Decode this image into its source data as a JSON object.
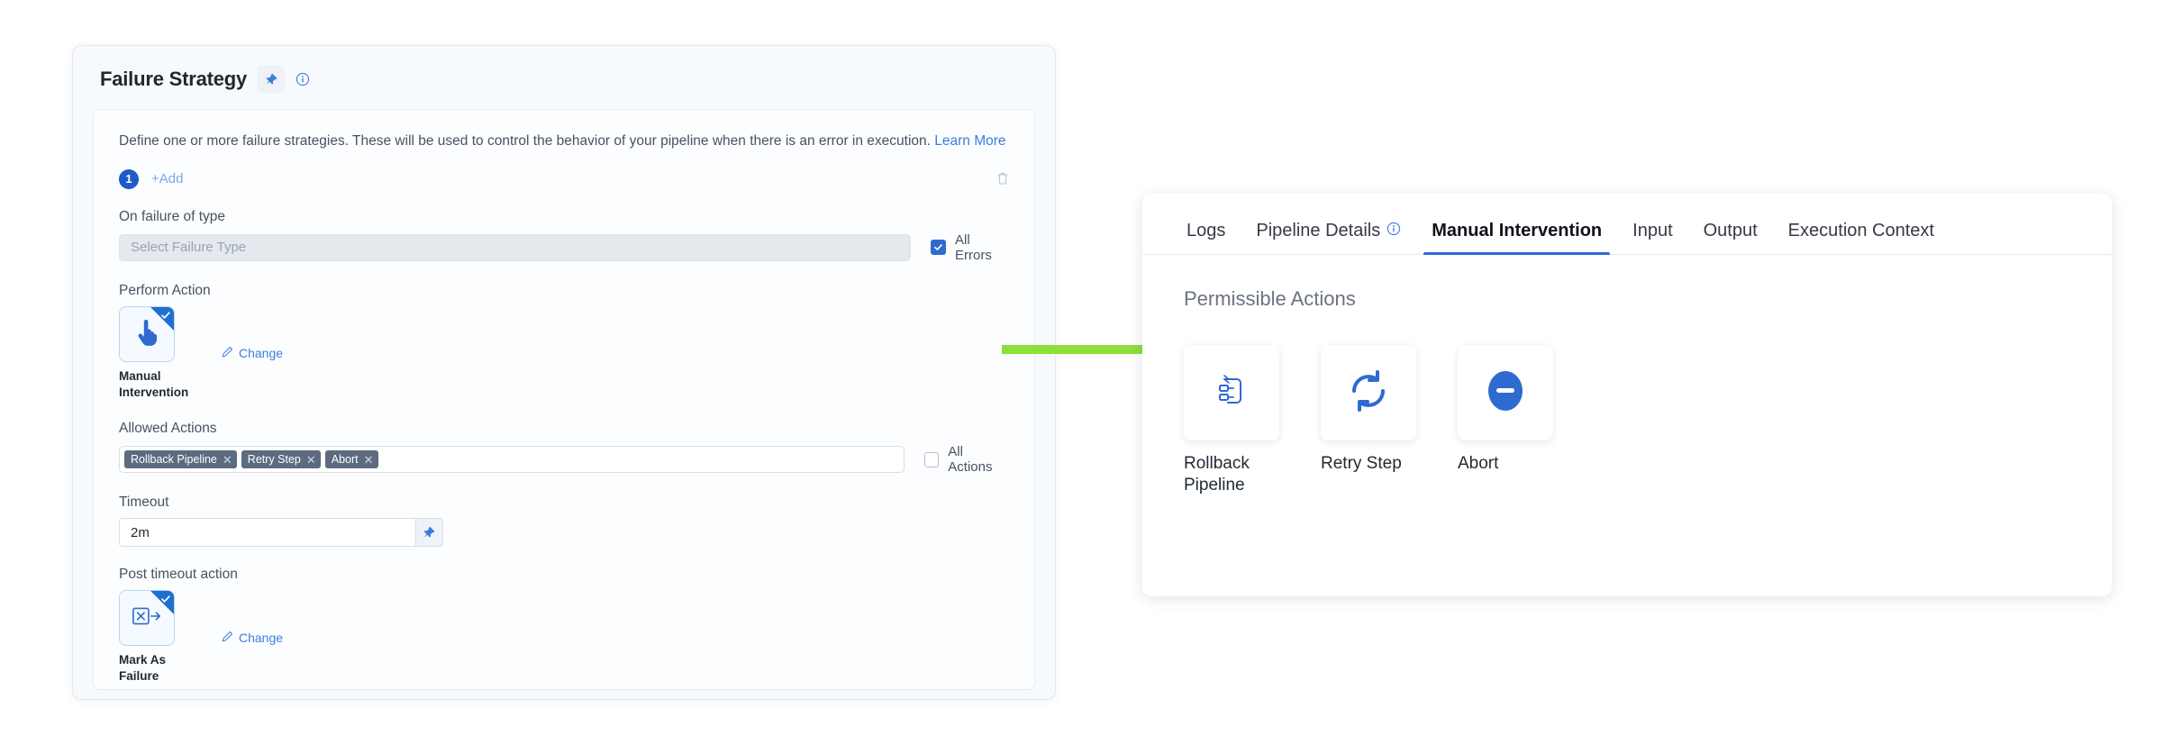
{
  "left_panel": {
    "title": "Failure Strategy",
    "pin_icon": "pin-icon",
    "info_icon": "info-circle-icon",
    "description_text": "Define one or more failure strategies. These will be used to control the behavior of your pipeline when there is an error in execution.",
    "learn_more_label": "Learn More",
    "step_number": "1",
    "add_label": "+Add",
    "delete_icon": "trash-icon",
    "on_failure_label": "On failure of type",
    "failure_type_placeholder": "Select Failure Type",
    "all_errors_label": "All Errors",
    "all_errors_checked": true,
    "perform_action_label": "Perform Action",
    "perform_action_tile": {
      "icon": "hand-pointer-icon",
      "caption": "Manual Intervention",
      "selected": true,
      "change_label": "Change"
    },
    "allowed_actions_label": "Allowed Actions",
    "allowed_actions_chips": [
      "Rollback Pipeline",
      "Retry Step",
      "Abort"
    ],
    "all_actions_label": "All Actions",
    "all_actions_checked": false,
    "timeout_label": "Timeout",
    "timeout_value": "2m",
    "timeout_addon_icon": "pin-icon",
    "post_timeout_label": "Post timeout action",
    "post_timeout_tile": {
      "icon": "mark-as-failure-icon",
      "caption": "Mark As Failure",
      "selected": true,
      "change_label": "Change"
    }
  },
  "connector": {
    "arrow_color": "#8ede3c",
    "direction": "right"
  },
  "right_panel": {
    "tabs": [
      {
        "label": "Logs",
        "active": false,
        "has_info_icon": false
      },
      {
        "label": "Pipeline Details",
        "active": false,
        "has_info_icon": true
      },
      {
        "label": "Manual Intervention",
        "active": true,
        "has_info_icon": false
      },
      {
        "label": "Input",
        "active": false,
        "has_info_icon": false
      },
      {
        "label": "Output",
        "active": false,
        "has_info_icon": false
      },
      {
        "label": "Execution Context",
        "active": false,
        "has_info_icon": false
      }
    ],
    "section_title": "Permissible Actions",
    "actions": [
      {
        "label": "Rollback Pipeline",
        "icon": "rollback-pipeline-icon"
      },
      {
        "label": "Retry Step",
        "icon": "retry-refresh-icon"
      },
      {
        "label": "Abort",
        "icon": "abort-minus-circle-icon"
      }
    ]
  },
  "colors": {
    "accent_blue": "#2f6ad0",
    "link_blue": "#3b7ddd",
    "chip_slate": "#5c6b7f",
    "arrow_green": "#8ede3c"
  }
}
